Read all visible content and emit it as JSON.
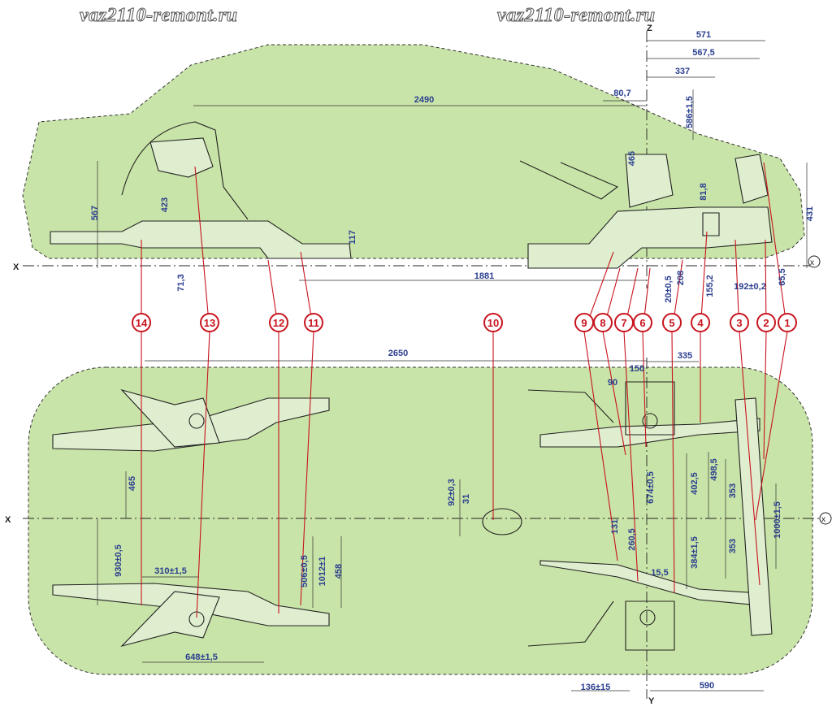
{
  "watermarks": [
    "vaz2110-remont.ru",
    "vaz2110-remont.ru"
  ],
  "axes": {
    "x": "X",
    "z": "Z",
    "y": "Y"
  },
  "side_view": {
    "dimensions": [
      "571",
      "567,5",
      "337",
      "80,7",
      "586±1,5",
      "2490",
      "465",
      "81,8",
      "431",
      "567",
      "423",
      "117",
      "71,3",
      "1881",
      "20±0,5",
      "208",
      "155,2",
      "192±0,2",
      "65,5"
    ]
  },
  "plan_view": {
    "dimensions": [
      "2650",
      "335",
      "150",
      "90",
      "465",
      "498,5",
      "402,5",
      "353",
      "353",
      "674±0,5",
      "92±0,3",
      "31",
      "131",
      "260,5",
      "384±1,5",
      "1000±1,5",
      "930±0,5",
      "310±1,5",
      "506±0,5",
      "1012±1",
      "458",
      "15,5",
      "648±1,5",
      "136±15",
      "590"
    ]
  },
  "callouts": [
    "14",
    "13",
    "12",
    "11",
    "10",
    "9",
    "8",
    "7",
    "6",
    "5",
    "4",
    "3",
    "2",
    "1"
  ],
  "colors": {
    "body_fill": "#c9e4a8",
    "dim_text": "#2b3f8f",
    "callout": "#c8141e",
    "line": "#2a2a2a"
  }
}
